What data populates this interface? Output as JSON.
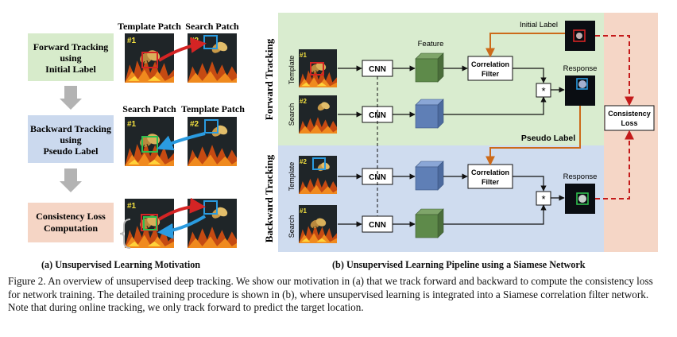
{
  "panel_a": {
    "steps": [
      {
        "lines": [
          "Forward Tracking",
          "using",
          "Initial Label"
        ],
        "color": "#d7ebcb"
      },
      {
        "lines": [
          "Backward Tracking",
          "using",
          "Pseudo Label"
        ],
        "color": "#cbd9ee"
      },
      {
        "lines": [
          "Consistency Loss",
          "Computation"
        ],
        "color": "#f5d5c5"
      }
    ],
    "row1": {
      "left_label": "Template Patch",
      "right_label": "Search Patch"
    },
    "row2": {
      "left_label": "Search Patch",
      "right_label": "Template Patch"
    },
    "patch_ids": {
      "first": "#1",
      "second": "#2"
    },
    "caption": "(a)  Unsupervised Learning Motivation"
  },
  "panel_b": {
    "forward_label": "Forward  Tracking",
    "backward_label": "Backward  Tracking",
    "template_label": "Template",
    "search_label": "Search",
    "cnn_label": "CNN",
    "feature_label": "Feature",
    "corr_lines": [
      "Correlation",
      "Filter"
    ],
    "response_label": "Response",
    "initial_label": "Initial Label",
    "pseudo_label": "Pseudo Label",
    "loss_lines": [
      "Consistency",
      "Loss"
    ],
    "multiply_symbol": "*",
    "patch_ids": {
      "first": "#1",
      "second": "#2"
    },
    "caption": "(b)  Unsupervised Learning Pipeline using a Siamese Network"
  },
  "figure_caption": "Figure 2. An overview of unsupervised deep tracking. We show our motivation in (a) that we track forward and backward to compute the consistency loss for network training. The detailed training procedure is shown in (b), where unsupervised learning is integrated into a Siamese correlation filter network. Note that during online tracking, we only track forward to predict the target location.",
  "colors": {
    "forward_bg": "#d9eccf",
    "backward_bg": "#cfdcef",
    "loss_bg": "#f5d6c6",
    "green_box": "#5e8a4a",
    "blue_box": "#5f7fb6",
    "red_arrow": "#d42424",
    "blue_arrow": "#2a9be0",
    "orange_line": "#cc6a1a",
    "dashed_red": "#c41a1a"
  }
}
